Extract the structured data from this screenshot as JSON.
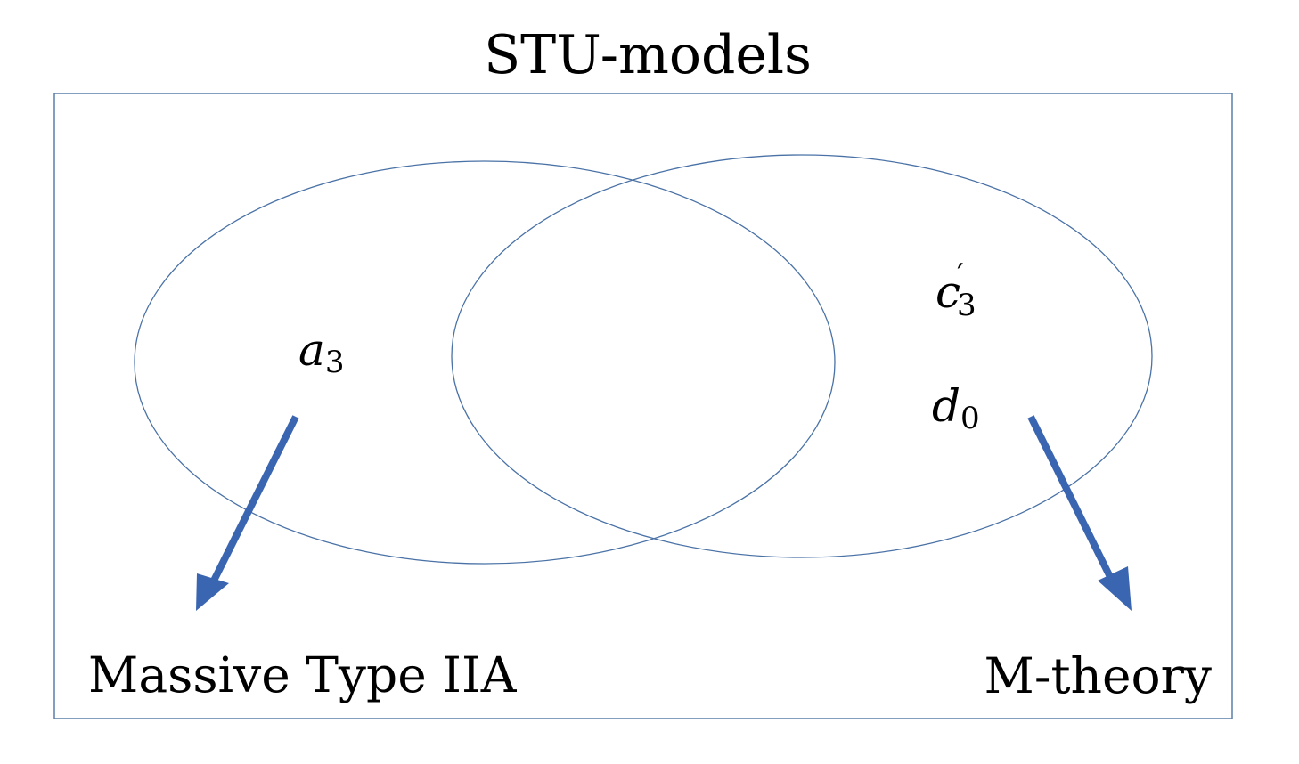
{
  "diagram": {
    "title": "STU-models",
    "left_set": {
      "variable": {
        "base": "a",
        "subscript": "3"
      },
      "target_label": "Massive Type IIA"
    },
    "right_set": {
      "variables": [
        {
          "base": "c",
          "prime": "′",
          "subscript": "3"
        },
        {
          "base": "d",
          "subscript": "0"
        }
      ],
      "target_label": "M-theory"
    },
    "colors": {
      "frame": "#5a7fa8",
      "ellipse": "#4a72a6",
      "arrow": "#3a65b0",
      "text": "#000000"
    }
  }
}
